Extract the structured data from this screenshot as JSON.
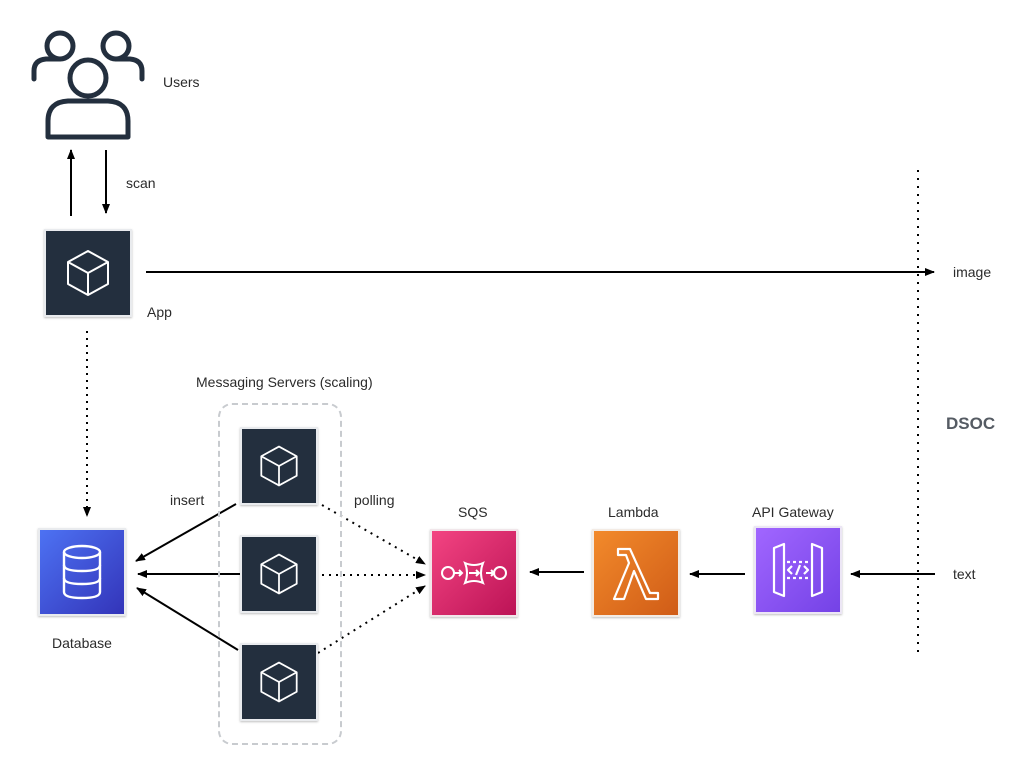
{
  "labels": {
    "users": "Users",
    "scan": "scan",
    "app": "App",
    "image": "image",
    "messaging_group": "Messaging Servers (scaling)",
    "dsoc": "DSOC",
    "insert": "insert",
    "polling": "polling",
    "sqs": "SQS",
    "lambda": "Lambda",
    "api_gateway": "API Gateway",
    "database": "Database",
    "text": "text"
  },
  "icons": {
    "users": "users-group-icon",
    "app": "cube-icon",
    "server": "cube-icon",
    "database": "database-icon",
    "sqs": "sqs-queue-icon",
    "lambda": "lambda-icon",
    "api_gateway": "api-gateway-icon"
  },
  "colors": {
    "dark_node": "#232f3e",
    "database": "#3b48cc",
    "sqs": "#d6336c",
    "lambda": "#e7701d",
    "api_gateway": "#8c4fff",
    "arrow": "#000000",
    "group_border": "#c8cbcf",
    "dsoc_text": "#555b63"
  }
}
